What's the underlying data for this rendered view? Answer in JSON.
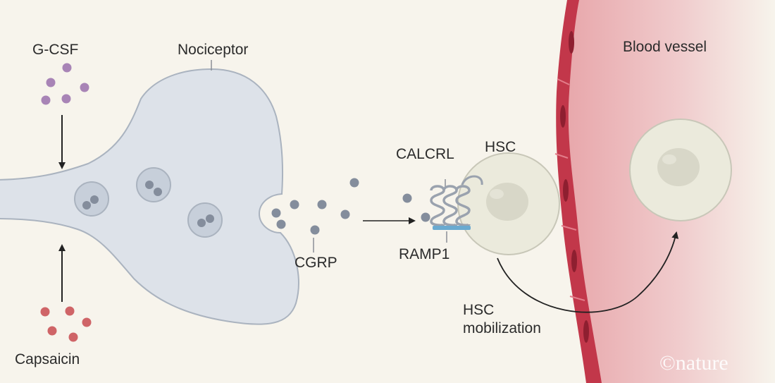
{
  "labels": {
    "gcsf": "G-CSF",
    "nociceptor": "Nociceptor",
    "capsaicin": "Capsaicin",
    "cgrp": "CGRP",
    "calcrl": "CALCRL",
    "ramp1": "RAMP1",
    "hsc": "HSC",
    "hsc_mobilization": "HSC\nmobilization",
    "blood_vessel": "Blood vessel"
  },
  "logo": "©nature",
  "colors": {
    "background": "#f7f4ec",
    "nociceptor_fill": "#dde2e9",
    "nociceptor_outline": "#aab3bf",
    "vesicle_fill": "#c7cfda",
    "cgrp_dot": "#848d9c",
    "gcsf_dot": "#a884b6",
    "capsaicin_dot": "#cf6467",
    "receptor_calcrl": "#9aa2ae",
    "receptor_ramp1": "#6aaad0",
    "hsc_fill": "#ebeadc",
    "hsc_nucleus": "#d8d7c8",
    "vessel_wall": "#c2374a",
    "vessel_lumen": "#e8a7ab",
    "arrow": "#222222"
  },
  "icons": [
    "signal-arrow-icon",
    "mobilization-arrow-icon"
  ]
}
